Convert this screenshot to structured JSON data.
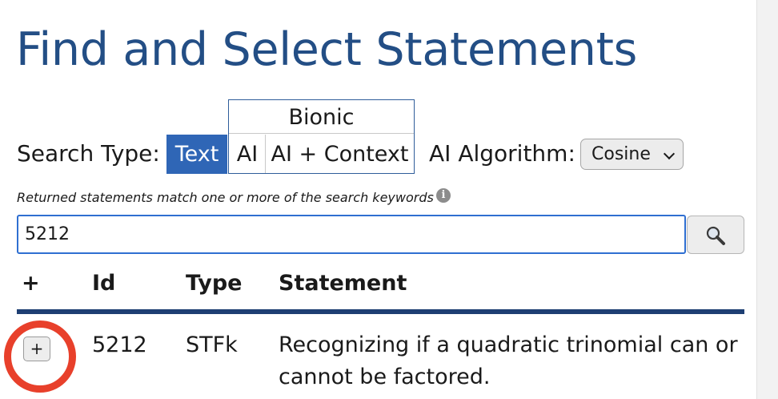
{
  "page": {
    "title": "Find and Select Statements"
  },
  "search_type": {
    "label": "Search Type:",
    "group_label": "Bionic",
    "options": [
      "Text",
      "AI",
      "AI + Context"
    ],
    "selected": "Text"
  },
  "algorithm": {
    "label": "AI Algorithm:",
    "selected": "Cosine"
  },
  "help_text": "Returned statements match one or more of the search keywords",
  "info_icon": "info-icon",
  "search": {
    "value": "5212",
    "button_icon": "magnifier-icon"
  },
  "table": {
    "headers": [
      "+",
      "Id",
      "Type",
      "Statement"
    ],
    "rows": [
      {
        "add_label": "+",
        "id": "5212",
        "type": "STFk",
        "statement": "Recognizing if a quadratic trinomial can or cannot be factored."
      }
    ]
  },
  "colors": {
    "title": "#234e85",
    "selected_segment": "#2f66b6",
    "header_rule": "#1e3f73",
    "highlight_ring": "#e8402b",
    "input_border": "#2f6fd1"
  }
}
